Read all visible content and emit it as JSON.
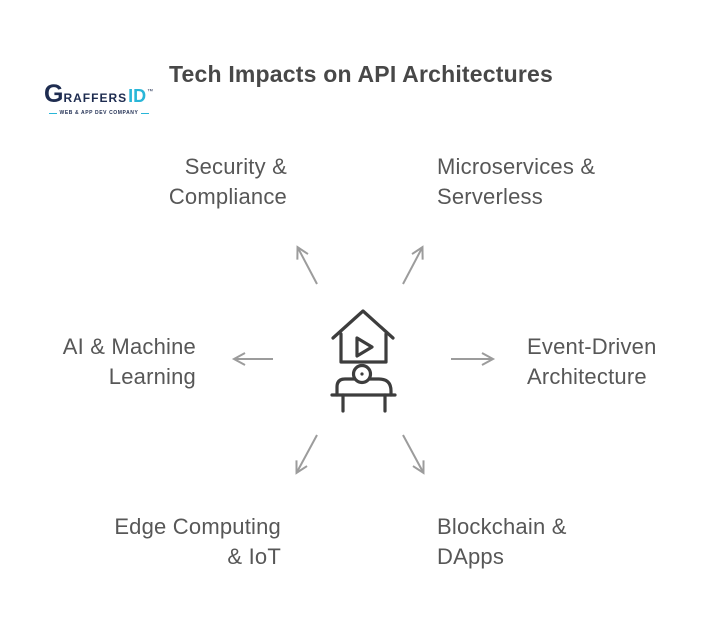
{
  "title": "Tech Impacts on API Architectures",
  "logo": {
    "brand_g": "G",
    "brand_rest": "RAFFERS",
    "brand_accent": "ID",
    "trademark": "™",
    "tagline": "WEB & APP DEV COMPANY"
  },
  "diagram": {
    "center_icon": "home-streaming-person-sofa-icon",
    "nodes": [
      {
        "id": "security-compliance",
        "position": "top-left",
        "line1": "Security &",
        "line2": "Compliance"
      },
      {
        "id": "microservices-serverless",
        "position": "top-right",
        "line1": "Microservices &",
        "line2": "Serverless"
      },
      {
        "id": "ai-machine-learning",
        "position": "middle-left",
        "line1": "AI & Machine",
        "line2": "Learning"
      },
      {
        "id": "event-driven-architecture",
        "position": "middle-right",
        "line1": "Event-Driven",
        "line2": "Architecture"
      },
      {
        "id": "edge-computing-iot",
        "position": "bottom-left",
        "line1": "Edge Computing",
        "line2": "& IoT"
      },
      {
        "id": "blockchain-dapps",
        "position": "bottom-right",
        "line1": "Blockchain &",
        "line2": "DApps"
      }
    ]
  },
  "colors": {
    "background": "#ffffff",
    "title_text": "#484848",
    "label_text": "#575757",
    "arrow": "#9c9c9c",
    "icon_stroke": "#3d3d3d",
    "logo_navy": "#1e2c50",
    "logo_cyan": "#29b6d8"
  }
}
